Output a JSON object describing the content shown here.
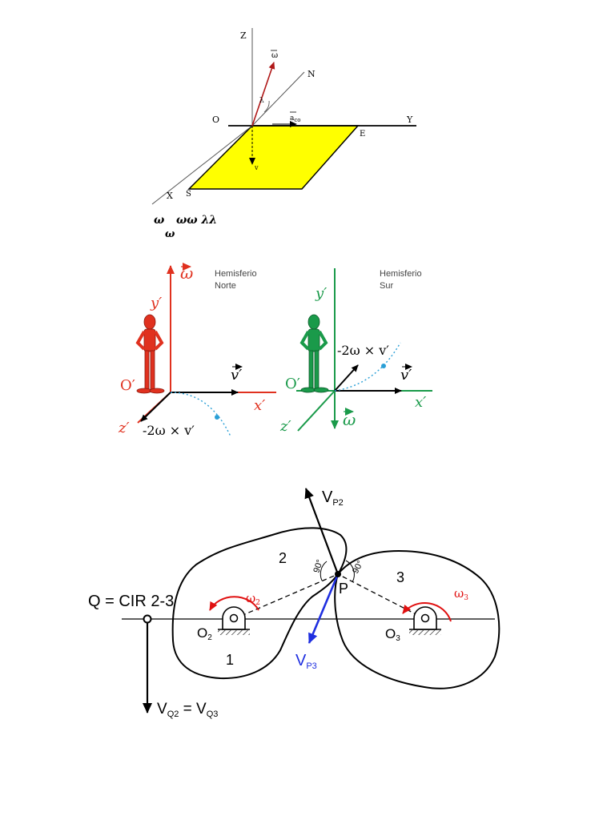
{
  "fig1": {
    "axis_z": "Z",
    "axis_y": "Y",
    "axis_x": "X",
    "origin": "O",
    "south": "S",
    "east": "E",
    "north": "N",
    "omega": "ω",
    "lambda": "λ",
    "a_co": "a",
    "a_co_sub": "co",
    "v": "v",
    "formula_line1": "ω   ωω λλ",
    "formula_line2": "ω"
  },
  "fig2_left": {
    "omega": "ω",
    "y_axis": "y′",
    "x_axis": "x′",
    "z_axis": "z′",
    "origin": "O′",
    "velocity": "v′",
    "coriolis": "-2ω × v′",
    "hemisphere_line1": "Hemisferio",
    "hemisphere_line2": "Norte"
  },
  "fig2_right": {
    "omega": "ω",
    "y_axis": "y′",
    "x_axis": "x′",
    "z_axis": "z′",
    "origin": "O′",
    "velocity": "v′",
    "coriolis": "-2ω × v′",
    "hemisphere_line1": "Hemisferio",
    "hemisphere_line2": "Sur"
  },
  "fig3": {
    "q_label": "Q = CIR 2-3",
    "vp2": "V",
    "vp2_sub": "P2",
    "vp3": "V",
    "vp3_sub": "P3",
    "vq2": "V",
    "vq2_sub": "Q2",
    "vq_eq": " = V",
    "vq3_sub": "Q3",
    "body_1": "1",
    "body_2": "2",
    "body_3": "3",
    "point_p": "P",
    "o2": "O",
    "o2_sub": "2",
    "o3": "O",
    "o3_sub": "3",
    "omega2": "ω",
    "omega2_sub": "2",
    "omega3": "ω",
    "omega3_sub": "3",
    "angle_left": "90°",
    "angle_right": "90°"
  },
  "colors": {
    "plane_yellow": "#ffff00",
    "north_red": "#e0311f",
    "south_green": "#1a9a4a",
    "trajectory_blue": "#2a9fd6",
    "vp3_blue": "#1f2fe0",
    "omega_red": "#e01010"
  }
}
